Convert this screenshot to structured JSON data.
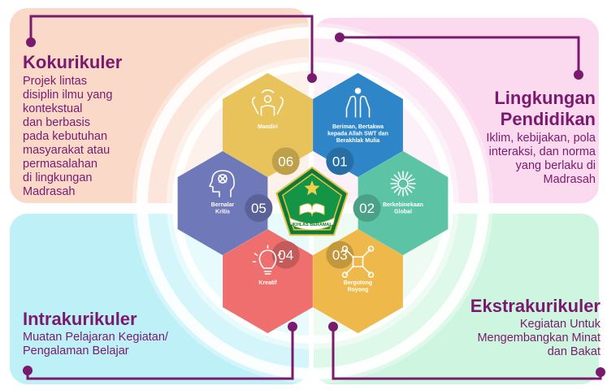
{
  "quadrants": {
    "kokurikuler": {
      "title": "Kokurikuler",
      "lines": [
        "Projek lintas",
        "disiplin ilmu yang",
        "kontekstual",
        "dan berbasis",
        "pada kebutuhan",
        "masyarakat atau",
        "permasalahan",
        "di lingkungan",
        "Madrasah"
      ],
      "color": "#fbd9c8"
    },
    "lingkungan": {
      "title_lines": [
        "Lingkungan",
        "Pendidikan"
      ],
      "lines": [
        "Iklim, kebijakan, pola",
        "interaksi, dan norma",
        "yang berlaku di",
        "Madrasah"
      ],
      "color": "#fbd9ef"
    },
    "intrakurikuler": {
      "title": "Intrakurikuler",
      "lines": [
        "Muatan Pelajaran Kegiatan/",
        "Pengalaman Belajar"
      ],
      "color": "#bdf1f7"
    },
    "ekstrakurikuler": {
      "title": "Ekstrakurikuler",
      "lines": [
        "Kegiatan Untuk",
        "Mengembangkan Minat",
        "dan Bakat"
      ],
      "color": "#cdf5df"
    }
  },
  "center_logo": {
    "ribbon_text": "IKHLAS BERAMAL",
    "color": "#0d7a3a"
  },
  "hexagons": [
    {
      "number": "01",
      "label_lines": [
        "Beriman, Bertakwa",
        "kepada Allah SWT dan",
        "Berakhlak Mulia"
      ],
      "icon": "praying-hands-icon",
      "color": "#2e86c8"
    },
    {
      "number": "02",
      "label_lines": [
        "Berkebinekaan",
        "Global"
      ],
      "icon": "globe-ring-icon",
      "color": "#5cc4a4"
    },
    {
      "number": "03",
      "label_lines": [
        "Bergotong",
        "Royong"
      ],
      "icon": "teamwork-icon",
      "color": "#eeb94a"
    },
    {
      "number": "04",
      "label_lines": [
        "Kreatif"
      ],
      "icon": "lightbulb-icon",
      "color": "#ef6f6f"
    },
    {
      "number": "05",
      "label_lines": [
        "Bernalar",
        "Kritis"
      ],
      "icon": "head-brain-icon",
      "color": "#6f78b8"
    },
    {
      "number": "06",
      "label_lines": [
        "Mandiri"
      ],
      "icon": "self-reflect-icon",
      "color": "#e8c25a"
    }
  ],
  "colors": {
    "text": "#7a1a6e",
    "connector": "#7a1a6e"
  }
}
